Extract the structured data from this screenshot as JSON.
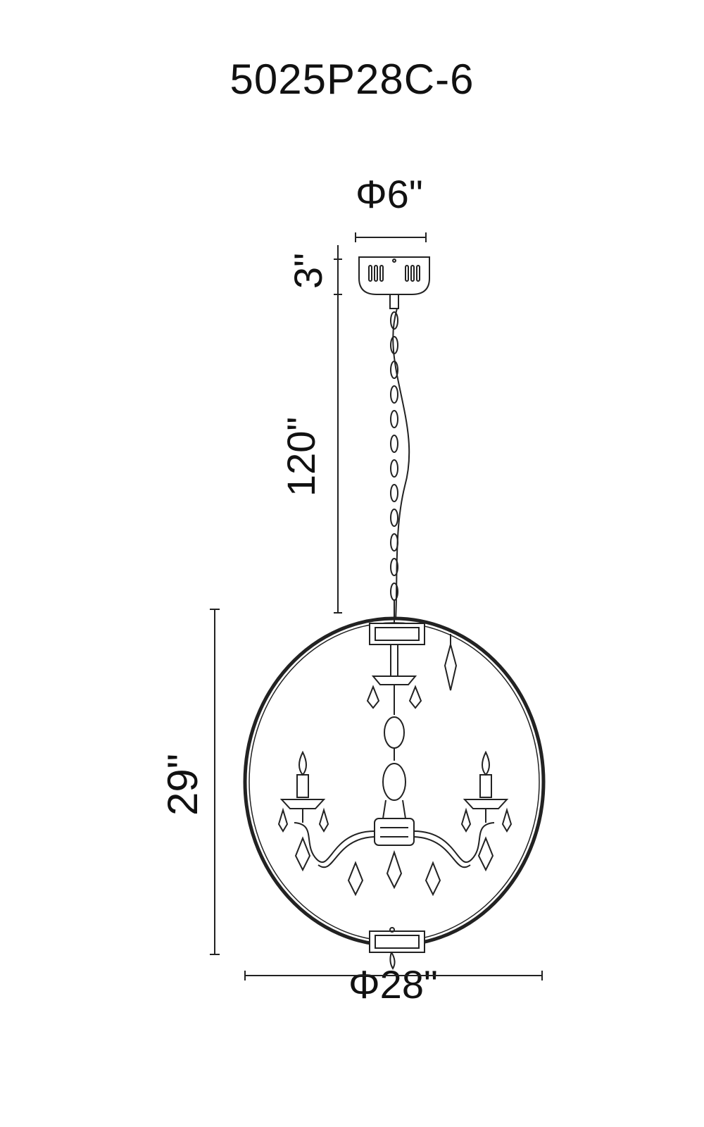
{
  "title": "5025P28C-6",
  "dimensions": {
    "canopy_diameter": "Φ6\"",
    "canopy_height": "3\"",
    "chain_length": "120\"",
    "fixture_height": "29\"",
    "fixture_diameter": "Φ28\""
  }
}
